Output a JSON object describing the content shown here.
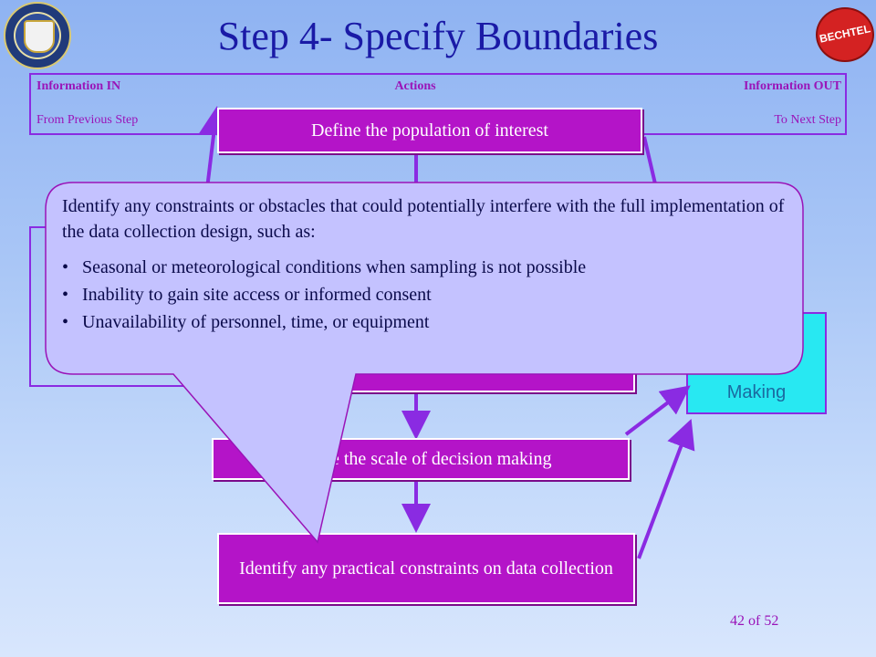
{
  "title": "Step 4- Specify Boundaries",
  "header": {
    "info_in": "Information IN",
    "actions": "Actions",
    "info_out": "Information OUT",
    "from_previous": "From Previous Step",
    "to_next": "To Next Step"
  },
  "actions": {
    "define_population": "Define the population of interest",
    "scale_decision": "Define the scale of decision making",
    "practical_constraints": "Identify any practical constraints on data collection"
  },
  "right_box_visible": "Making",
  "callout": {
    "intro": "Identify any constraints or obstacles that could potentially interfere with the full implementation of the data collection design, such as:",
    "bullets": [
      "Seasonal or meteorological conditions when sampling is not possible",
      "Inability to gain site access or informed consent",
      "Unavailability of personnel, time, or equipment"
    ]
  },
  "page_number": "42 of 52",
  "colors": {
    "title": "#1a1aa6",
    "action_box": "#b414c8",
    "arrow": "#8a2be2",
    "callout_fill": "#c4c2ff",
    "right_box": "#28e8f2"
  }
}
